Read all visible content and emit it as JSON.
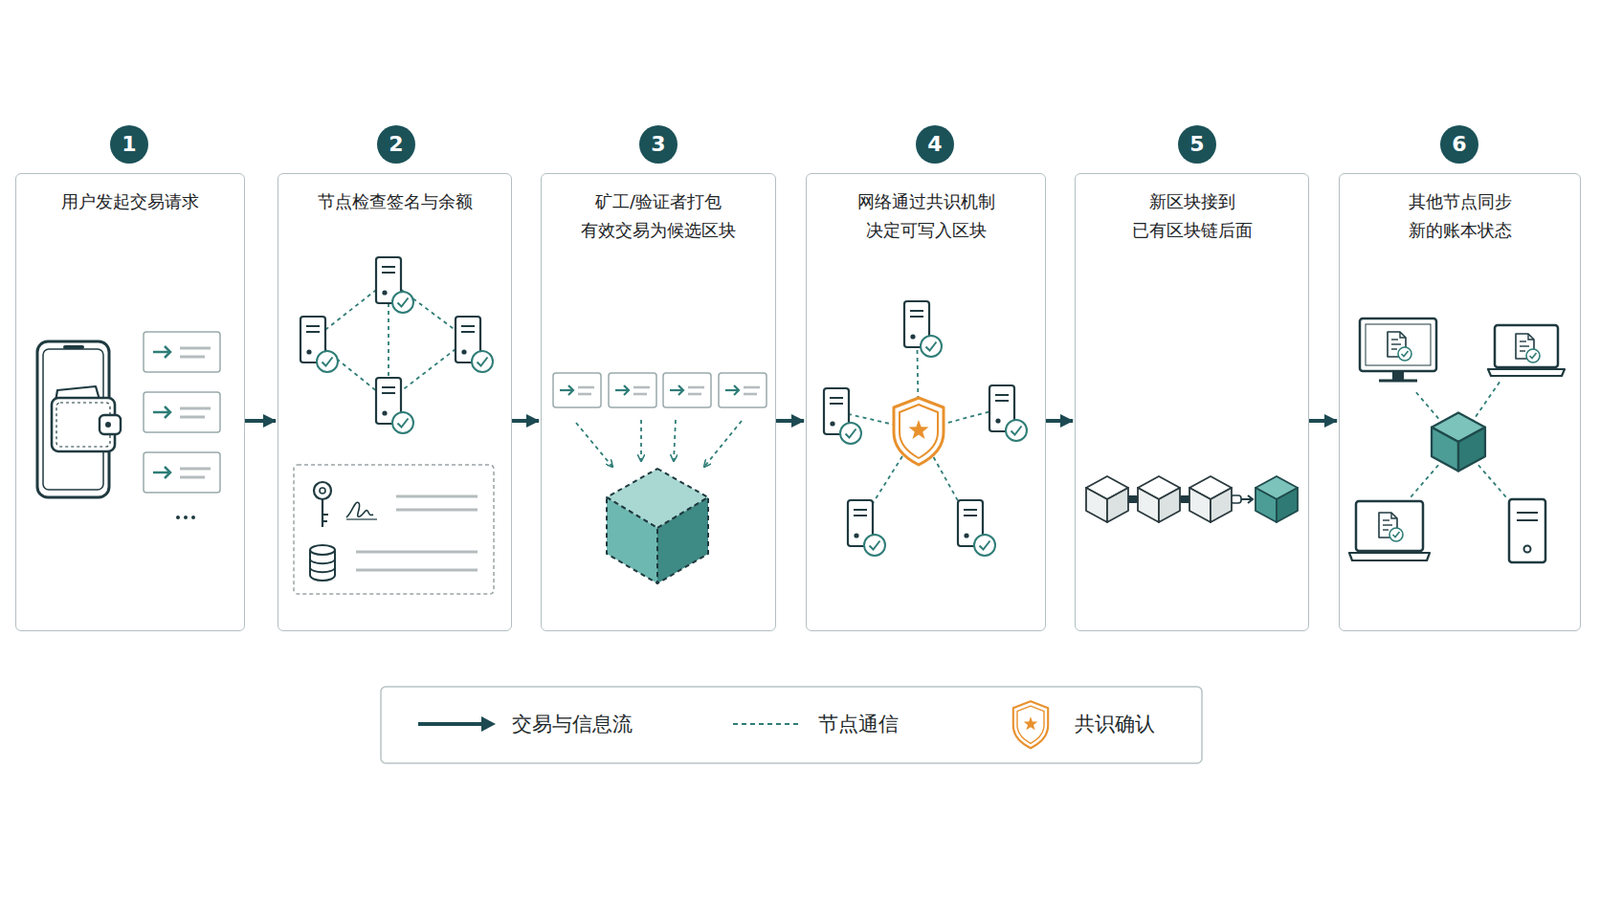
{
  "diagram": {
    "nodes": [
      {
        "text": [
          "用户发起交易请求"
        ]
      },
      {
        "text": [
          "节点检查签名与余额"
        ]
      },
      {
        "text": [
          "矿工/验证者打包 有效交易为候选区块"
        ]
      },
      {
        "text": [
          "网络通过共识机制 决定可写入区块"
        ]
      },
      {
        "text": [
          "新区块接到 已有区块链后面"
        ]
      },
      {
        "text": [
          "其他节点同步 新的账本状态"
        ]
      }
    ],
    "edges": [
      {
        "from": 0,
        "to": 1,
        "arrow": "to"
      },
      {
        "from": 1,
        "to": 2,
        "arrow": "to"
      },
      {
        "from": 2,
        "to": 3,
        "arrow": "to"
      },
      {
        "from": 3,
        "to": 4,
        "arrow": "to"
      },
      {
        "from": 4,
        "to": 5,
        "arrow": "to"
      }
    ],
    "labels": [
      "1",
      "2",
      "3",
      "4",
      "5",
      "6"
    ],
    "legend": [
      {
        "text": "交易与信息流"
      },
      {
        "text": "节点通信"
      },
      {
        "text": "共识确认"
      }
    ]
  }
}
